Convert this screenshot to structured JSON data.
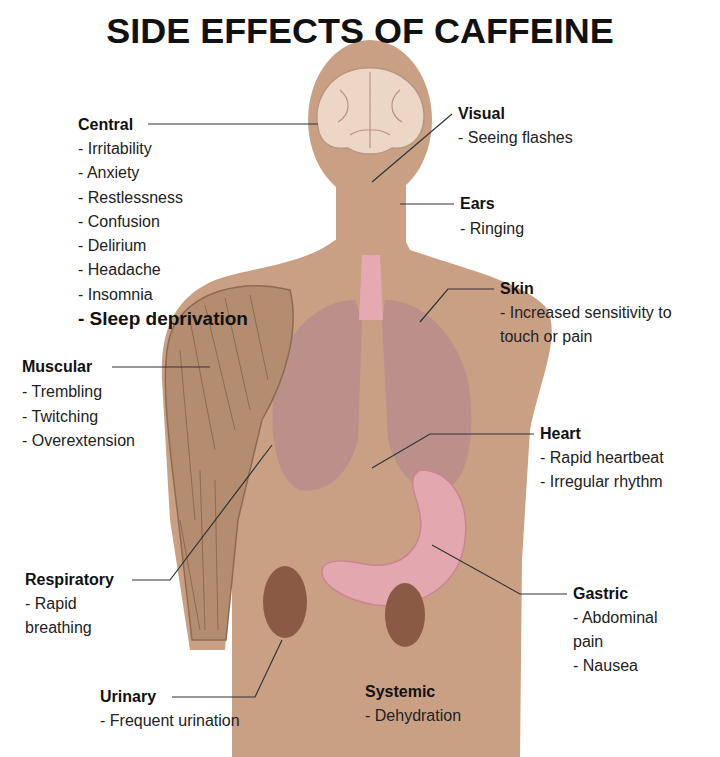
{
  "diagram": {
    "title": "SIDE EFFECTS OF CAFFEINE",
    "labels": [
      "Central",
      "- Irritability",
      "- Anxiety",
      "- Restlessness",
      "- Confusion",
      "- Delirium",
      "- Headache",
      "- Insomnia",
      "- Sleep deprivation",
      "Visual",
      "- Seeing flashes",
      "Ears",
      "- Ringing",
      "Skin",
      "- Increased sensitivity to touch or pain",
      "Muscular",
      "- Trembling",
      "- Twitching",
      "- Overextension",
      "Heart",
      "- Rapid heartbeat",
      "- Irregular rhythm",
      "Respiratory",
      "- Rapid breathing",
      "Gastric",
      "- Abdominal pain",
      "- Nausea",
      "Urinary",
      "- Frequent urination",
      "Systemic",
      "- Dehydration"
    ]
  }
}
